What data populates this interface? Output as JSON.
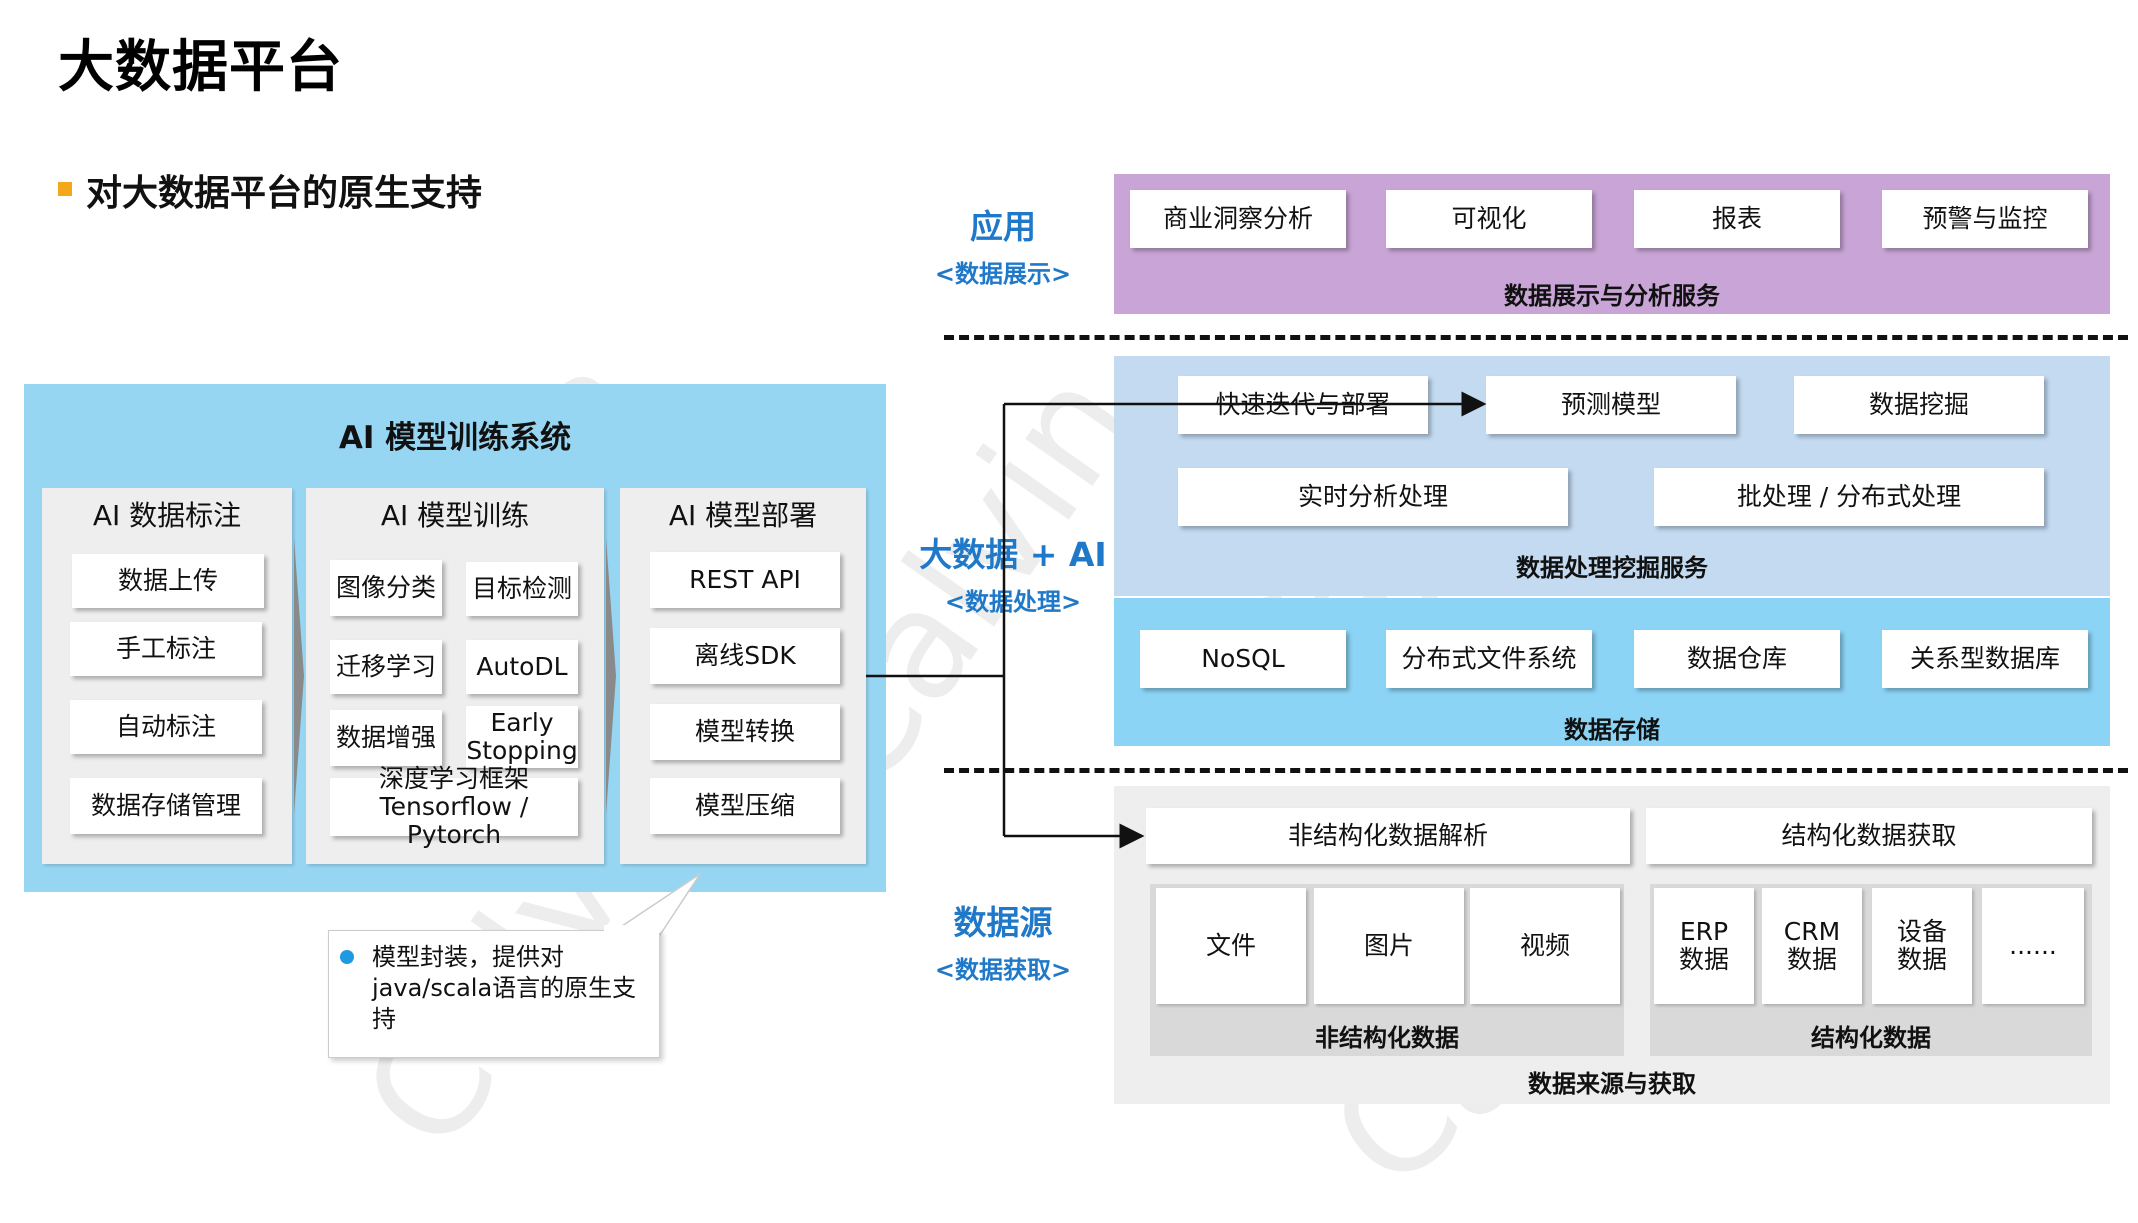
{
  "page": {
    "title": "大数据平台",
    "subtitle": "对大数据平台的原生支持",
    "watermark": "Calvin"
  },
  "ai_system": {
    "title": "AI 模型训练系统",
    "columns": [
      {
        "title": "AI 数据标注",
        "items": [
          "数据上传",
          "手工标注",
          "自动标注",
          "数据存储管理"
        ]
      },
      {
        "title": "AI 模型训练",
        "items": [
          "图像分类",
          "目标检测",
          "迁移学习",
          "AutoDL",
          "数据增强",
          "Early Stopping",
          "深度学习框架 Tensorflow / Pytorch"
        ]
      },
      {
        "title": "AI 模型部署",
        "items": [
          "REST API",
          "离线SDK",
          "模型转换",
          "模型压缩"
        ]
      }
    ],
    "callout": "模型封装，提供对java/scala语言的原生支持"
  },
  "center_labels": {
    "app": {
      "title": "应用",
      "sub": "<数据展示>"
    },
    "bigdata": {
      "title": "大数据 + AI",
      "sub": "<数据处理>"
    },
    "source": {
      "title": "数据源",
      "sub": "<数据获取>"
    }
  },
  "layers": {
    "application": {
      "title": "数据展示与分析服务",
      "items": [
        "商业洞察分析",
        "可视化",
        "报表",
        "预警与监控"
      ]
    },
    "processing": {
      "title": "数据处理挖掘服务",
      "items": [
        "快速迭代与部署",
        "预测模型",
        "数据挖掘",
        "实时分析处理",
        "批处理 / 分布式处理"
      ]
    },
    "storage": {
      "title": "数据存储",
      "items": [
        "NoSQL",
        "分布式文件系统",
        "数据仓库",
        "关系型数据库"
      ]
    },
    "source": {
      "title": "数据来源与获取",
      "unstructured": {
        "header": "非结构化数据解析",
        "label": "非结构化数据",
        "items": [
          "文件",
          "图片",
          "视频"
        ]
      },
      "structured": {
        "header": "结构化数据获取",
        "label": "结构化数据",
        "items": [
          "ERP 数据",
          "CRM 数据",
          "设备 数据",
          "......"
        ]
      }
    }
  },
  "colors": {
    "app_layer": "#c8a5d6",
    "processing_layer": "#c3daf1",
    "storage_layer": "#8bd4f6",
    "source_layer": "#eeeeee",
    "ai_panel": "#97d6f3",
    "accent_label": "#1f78c8",
    "bullet": "#f3a81b"
  }
}
